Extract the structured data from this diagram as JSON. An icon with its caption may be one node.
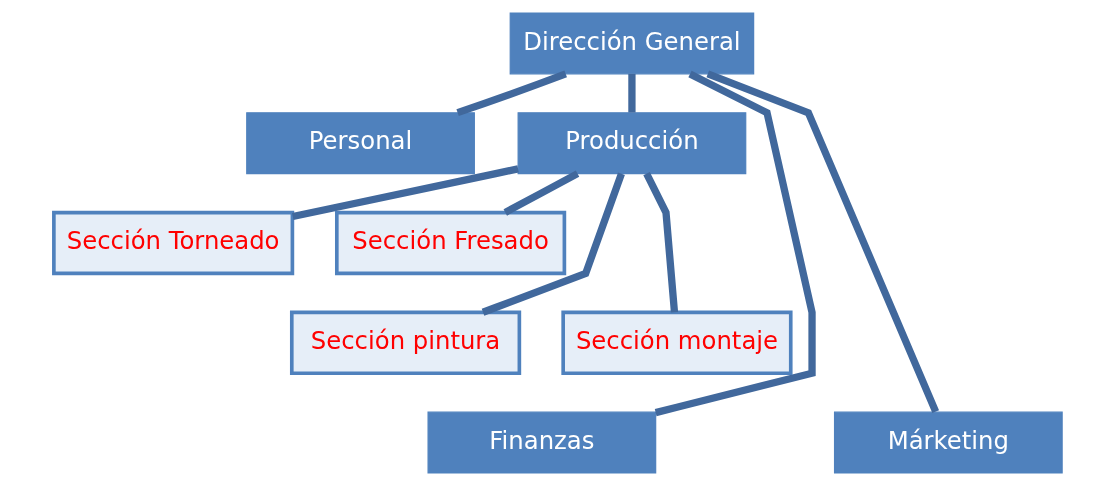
{
  "diagram": {
    "nodes": [
      {
        "text": [
          "Dirección General"
        ]
      },
      {
        "text": [
          "Personal"
        ]
      },
      {
        "text": [
          "Producción"
        ]
      },
      {
        "text": [
          "Sección Torneado"
        ]
      },
      {
        "text": [
          "Sección Fresado"
        ]
      },
      {
        "text": [
          "Sección pintura"
        ]
      },
      {
        "text": [
          "Sección montaje"
        ]
      },
      {
        "text": [
          "Finanzas"
        ]
      },
      {
        "text": [
          "Márketing"
        ]
      }
    ],
    "edges": [
      {
        "from": 0,
        "to": 1,
        "arrow": "none"
      },
      {
        "from": 0,
        "to": 2,
        "arrow": "none"
      },
      {
        "from": 2,
        "to": 3,
        "arrow": "none"
      },
      {
        "from": 2,
        "to": 4,
        "arrow": "none"
      },
      {
        "from": 2,
        "to": 5,
        "arrow": "none"
      },
      {
        "from": 2,
        "to": 6,
        "arrow": "none"
      },
      {
        "from": 0,
        "to": 7,
        "arrow": "none"
      },
      {
        "from": 0,
        "to": 8,
        "arrow": "none"
      }
    ]
  }
}
